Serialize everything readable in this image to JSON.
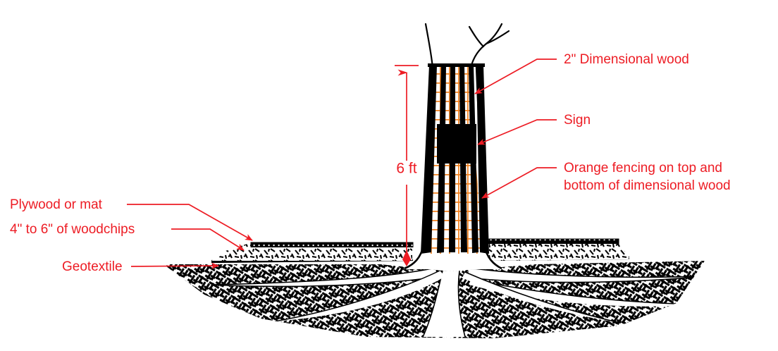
{
  "figure": {
    "title": "Tree protection fencing cross-section detail",
    "colors": {
      "annotation_red": "#ED1C24",
      "fencing_orange": "#F0801E",
      "wood_black": "#000000",
      "background": "#FFFFFF"
    }
  },
  "labels": {
    "dimensional_wood": "2\" Dimensional wood",
    "sign": "Sign",
    "orange_fencing_line1": "Orange fencing  on top and",
    "orange_fencing_line2": "bottom of dimensional wood",
    "plywood_or_mat": "Plywood or mat",
    "woodchips": "4\" to 6\" of woodchips",
    "geotextile": "Geotextile"
  },
  "dimension": {
    "height_label": "6 ft"
  },
  "elements": {
    "tree_trunk": "tree-trunk",
    "tree_branches": "tree-branches",
    "tree_roots": "tree-roots",
    "sign_panel": "sign-panel",
    "soil_body": "soil-body",
    "woodchip_layer_left": "woodchip-layer-left",
    "woodchip_layer_right": "woodchip-layer-right",
    "plywood_bar_left": "plywood-bar-left",
    "plywood_bar_right": "plywood-bar-right",
    "geotextile_line": "geotextile-line"
  }
}
